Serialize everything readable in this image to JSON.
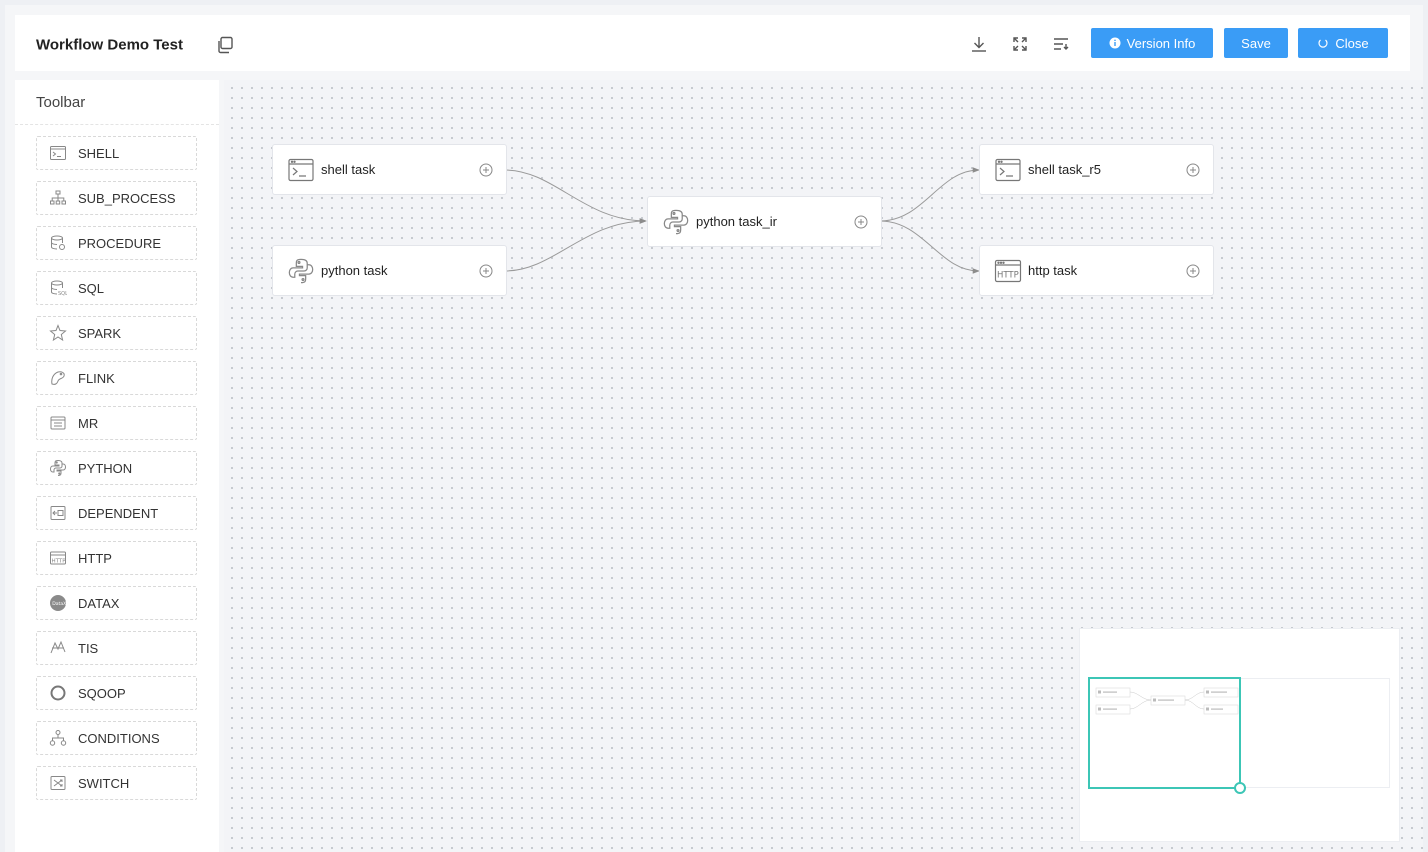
{
  "header": {
    "title": "Workflow Demo Test",
    "version_info_label": "Version Info",
    "save_label": "Save",
    "close_label": "Close",
    "icons": [
      "copy-icon",
      "download-icon",
      "fullscreen-icon",
      "format-icon"
    ],
    "accent_color": "#3a9cf6"
  },
  "toolbar": {
    "title": "Toolbar",
    "items": [
      {
        "label": "SHELL",
        "icon": "shell-icon"
      },
      {
        "label": "SUB_PROCESS",
        "icon": "sub-process-icon"
      },
      {
        "label": "PROCEDURE",
        "icon": "procedure-icon"
      },
      {
        "label": "SQL",
        "icon": "sql-icon"
      },
      {
        "label": "SPARK",
        "icon": "spark-icon"
      },
      {
        "label": "FLINK",
        "icon": "flink-icon"
      },
      {
        "label": "MR",
        "icon": "mr-icon"
      },
      {
        "label": "PYTHON",
        "icon": "python-icon"
      },
      {
        "label": "DEPENDENT",
        "icon": "dependent-icon"
      },
      {
        "label": "HTTP",
        "icon": "http-icon"
      },
      {
        "label": "DATAX",
        "icon": "datax-icon"
      },
      {
        "label": "TIS",
        "icon": "tis-icon"
      },
      {
        "label": "SQOOP",
        "icon": "sqoop-icon"
      },
      {
        "label": "CONDITIONS",
        "icon": "conditions-icon"
      },
      {
        "label": "SWITCH",
        "icon": "switch-icon"
      }
    ]
  },
  "canvas": {
    "nodes": [
      {
        "id": "n1",
        "label": "shell task",
        "type": "shell"
      },
      {
        "id": "n2",
        "label": "python task",
        "type": "python"
      },
      {
        "id": "n3",
        "label": "python task_ir",
        "type": "python"
      },
      {
        "id": "n4",
        "label": "shell task_r5",
        "type": "shell"
      },
      {
        "id": "n5",
        "label": "http task",
        "type": "http"
      }
    ],
    "edges": [
      {
        "from": "n1",
        "to": "n3"
      },
      {
        "from": "n2",
        "to": "n3"
      },
      {
        "from": "n3",
        "to": "n4"
      },
      {
        "from": "n3",
        "to": "n5"
      }
    ]
  },
  "minimap": {
    "viewport_color": "#3cc6b6"
  }
}
